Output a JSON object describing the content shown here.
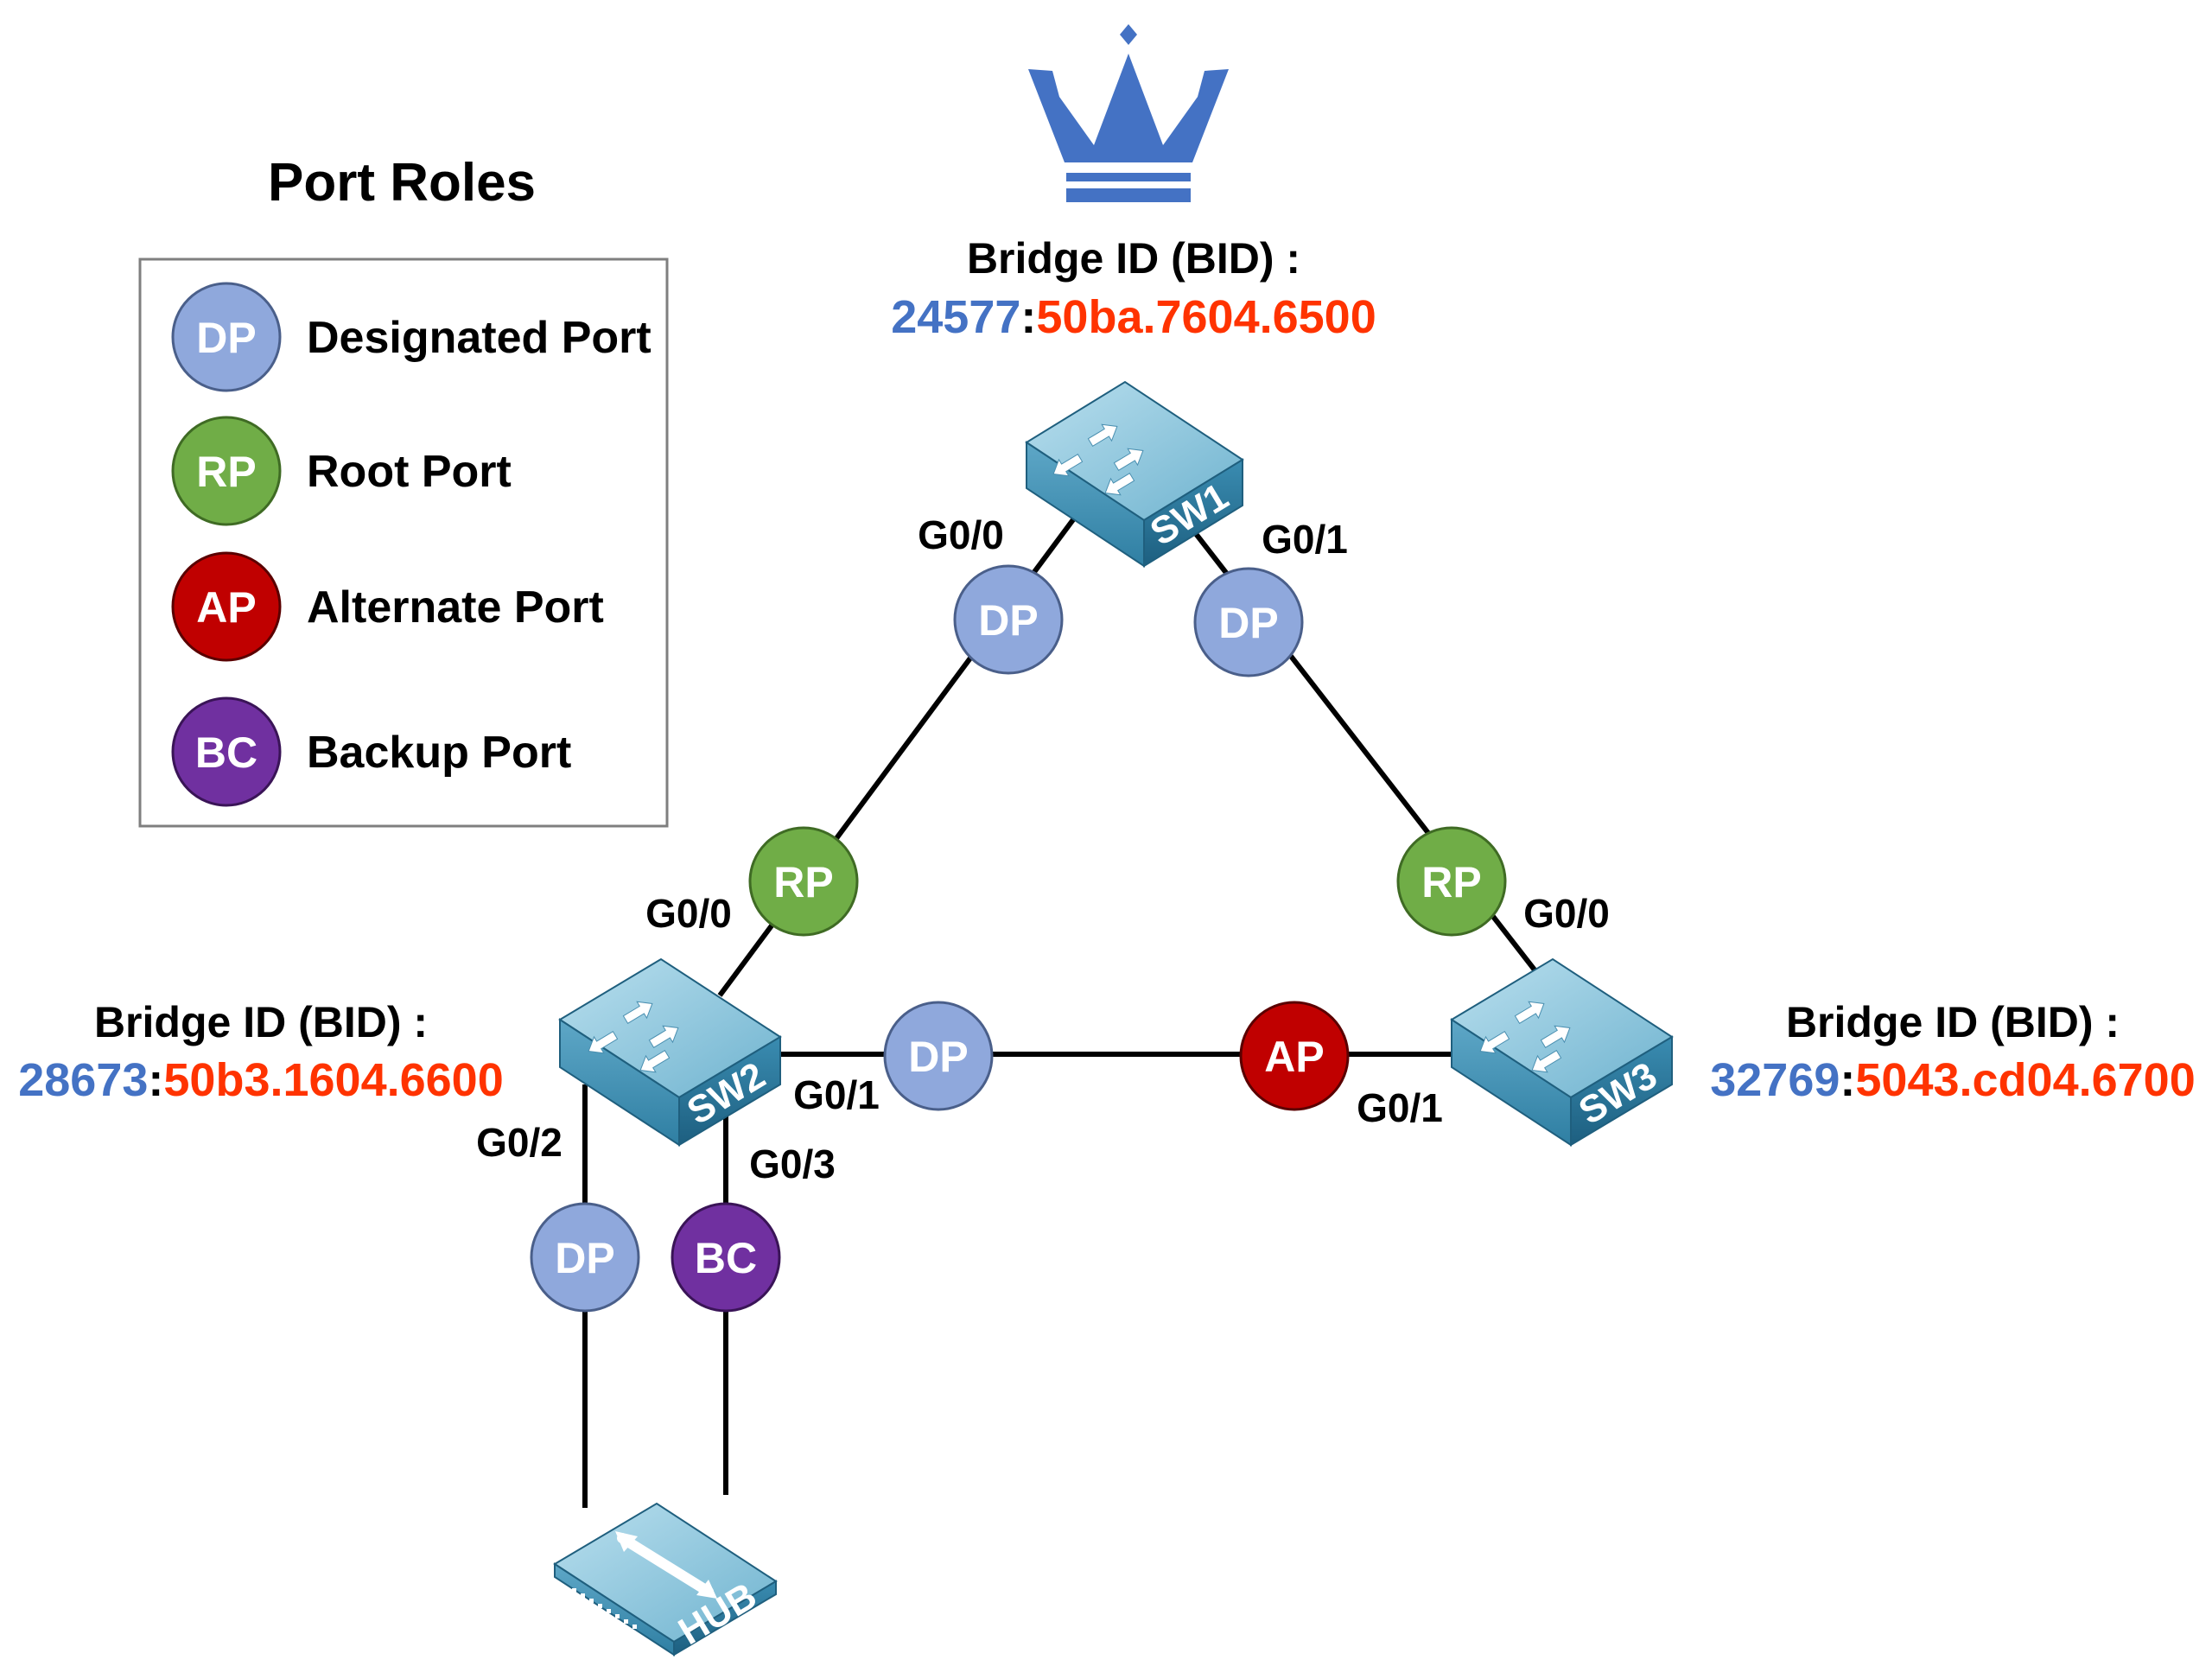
{
  "legend": {
    "title": "Port Roles",
    "items": [
      {
        "abbr": "DP",
        "label": "Designated Port",
        "color": "#8fa8dc"
      },
      {
        "abbr": "RP",
        "label": "Root Port",
        "color": "#70ad47"
      },
      {
        "abbr": "AP",
        "label": "Alternate Port",
        "color": "#c00000"
      },
      {
        "abbr": "BC",
        "label": "Backup Port",
        "color": "#7030a0"
      }
    ]
  },
  "crown": {
    "icon": "crown-icon",
    "color": "#4472c4"
  },
  "bid_label": "Bridge ID (BID) :",
  "bid_priority_color": "#4472c4",
  "bid_mac_color": "#ff3300",
  "devices": {
    "sw1": {
      "name": "SW1",
      "bid_priority": "24577",
      "bid_mac": "50ba.7604.6500"
    },
    "sw2": {
      "name": "SW2",
      "bid_priority": "28673",
      "bid_mac": "50b3.1604.6600"
    },
    "sw3": {
      "name": "SW3",
      "bid_priority": "32769",
      "bid_mac": "5043.cd04.6700"
    },
    "hub": {
      "name": "HUB"
    }
  },
  "interfaces": {
    "sw1_g00": "G0/0",
    "sw1_g01": "G0/1",
    "sw2_g00": "G0/0",
    "sw2_g01": "G0/1",
    "sw2_g02": "G0/2",
    "sw2_g03": "G0/3",
    "sw3_g00": "G0/0",
    "sw3_g01": "G0/1"
  },
  "port_roles": {
    "sw1_g00": "DP",
    "sw1_g01": "DP",
    "sw2_g00": "RP",
    "sw2_g01": "DP",
    "sw2_g02": "DP",
    "sw2_g03": "BC",
    "sw3_g00": "RP",
    "sw3_g01": "AP"
  }
}
